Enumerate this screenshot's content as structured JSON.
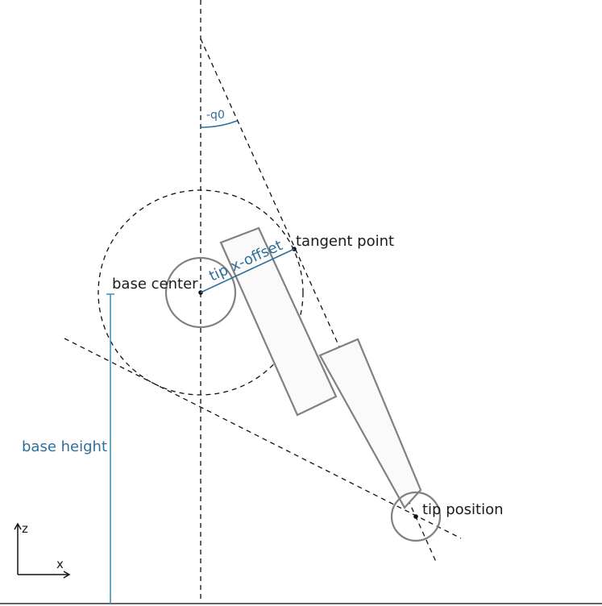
{
  "labels": {
    "base_center": "base center",
    "tangent_point": "tangent point",
    "tip_x_offset": "tip x-offset",
    "tip_position": "tip position",
    "base_height": "base height",
    "angle": "-q0",
    "axis_z": "z",
    "axis_x": "x"
  },
  "colors": {
    "line": "#111111",
    "link_stroke": "#808080",
    "link_fill": "#fafafa",
    "annotation": "#2e6f99"
  }
}
